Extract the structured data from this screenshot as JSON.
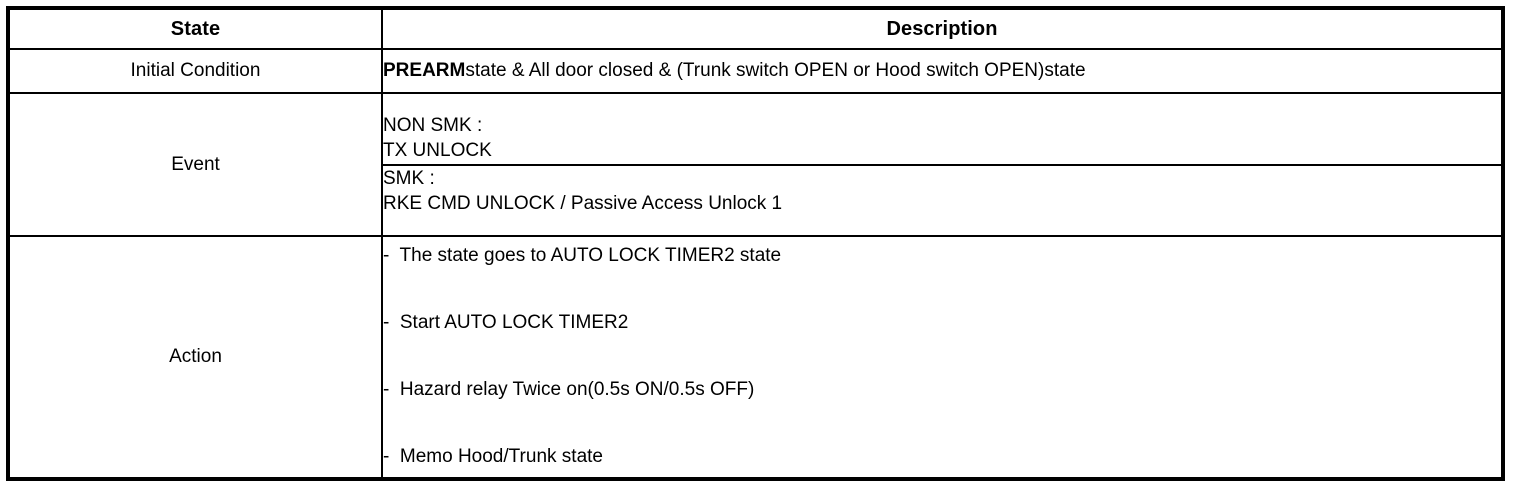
{
  "table": {
    "headers": {
      "state": "State",
      "description": "Description"
    },
    "rows": {
      "initial_condition": {
        "label": "Initial Condition",
        "description_bold": "PREARM",
        "description_rest": "state & All door closed & (Trunk switch OPEN or Hood switch OPEN)state"
      },
      "event": {
        "label": "Event",
        "sub_rows": [
          {
            "title": "NON SMK :",
            "detail": "TX UNLOCK"
          },
          {
            "title": "SMK :",
            "detail": "RKE CMD UNLOCK / Passive Access Unlock 1"
          }
        ]
      },
      "action": {
        "label": "Action",
        "items": [
          "-  The state goes to AUTO LOCK TIMER2 state",
          "-  Start AUTO LOCK TIMER2",
          "-  Hazard relay Twice on(0.5s ON/0.5s OFF)",
          "-  Memo Hood/Trunk state"
        ]
      }
    }
  },
  "colors": {
    "border": "#000000",
    "background": "#ffffff",
    "text": "#000000"
  }
}
